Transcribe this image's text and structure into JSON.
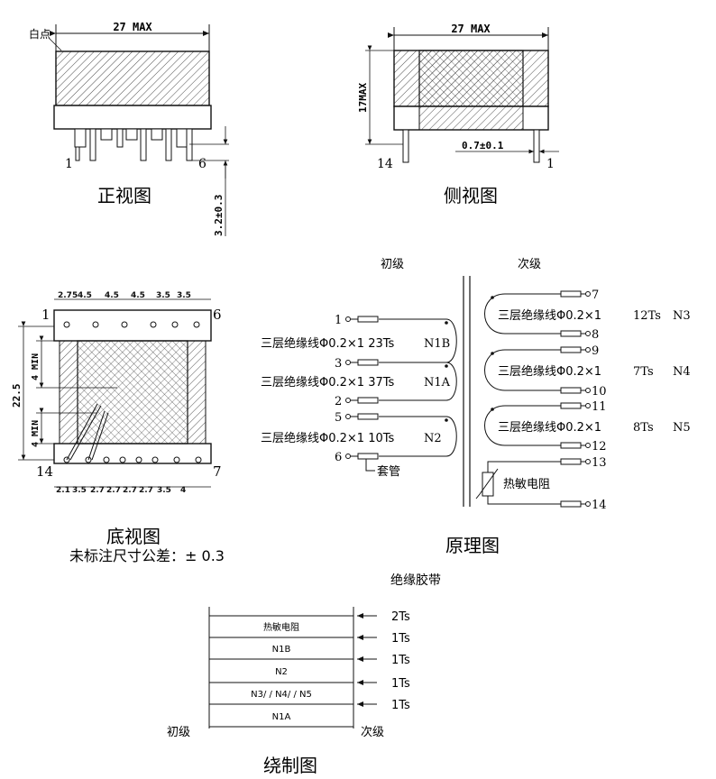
{
  "front_view": {
    "title": "正视图",
    "width_dim": "27 MAX",
    "white_dot": "白点",
    "pin_left": "1",
    "pin_right": "6",
    "pin_dim": "3.2±0.3"
  },
  "side_view": {
    "title": "侧视图",
    "width_dim": "27 MAX",
    "height_dim": "17MAX",
    "pin_dim": "0.7±0.1",
    "pin_left": "14",
    "pin_right": "1"
  },
  "bottom_view": {
    "title": "底视图",
    "tolerance_note": "未标注尺寸公差：± 0.3",
    "top_pitches": [
      "2.75",
      "4.5",
      "4.5",
      "4.5",
      "3.5",
      "3.5"
    ],
    "bottom_pitches": [
      "2.1",
      "3.5",
      "2.7",
      "2.7",
      "2.7",
      "2.7",
      "3.5",
      "4"
    ],
    "height_dim": "22.5",
    "min_dim_1": "4 MIN",
    "min_dim_2": "4 MIN",
    "pin_tl": "1",
    "pin_tr": "6",
    "pin_bl": "14",
    "pin_br": "7"
  },
  "schematic": {
    "title": "原理图",
    "primary_label": "初级",
    "secondary_label": "次级",
    "primary_windings": [
      {
        "desc": "三层绝缘线Φ0.2×1 23Ts",
        "name": "N1B",
        "start_pin": "1",
        "end_pin": "3"
      },
      {
        "desc": "三层绝缘线Φ0.2×1 37Ts",
        "name": "N1A",
        "start_pin": "",
        "end_pin": "2"
      },
      {
        "desc": "三层绝缘线Φ0.2×1 10Ts",
        "name": "N2",
        "start_pin": "5",
        "end_pin": "6"
      }
    ],
    "sleeve_label": "套管",
    "secondary_windings": [
      {
        "desc": "三层绝缘线Φ0.2×1",
        "turns": "12Ts",
        "name": "N3",
        "start_pin": "7",
        "end_pin": "8"
      },
      {
        "desc": "三层绝缘线Φ0.2×1",
        "turns": "7Ts",
        "name": "N4",
        "start_pin": "9",
        "end_pin": "10"
      },
      {
        "desc": "三层绝缘线Φ0.2×1",
        "turns": "8Ts",
        "name": "N5",
        "start_pin": "11",
        "end_pin": "12"
      }
    ],
    "thermistor_label": "热敏电阻",
    "thermistor_pins": [
      "13",
      "14"
    ]
  },
  "winding_diagram": {
    "title": "绕制图",
    "tape_label": "绝缘胶带",
    "layers": [
      "热敏电阻",
      "N1B",
      "N2",
      "N3/ / N4/ / N5",
      "N1A"
    ],
    "tapes": [
      "2Ts",
      "1Ts",
      "1Ts",
      "1Ts",
      "1Ts"
    ],
    "primary_label": "初级",
    "secondary_label": "次级"
  }
}
